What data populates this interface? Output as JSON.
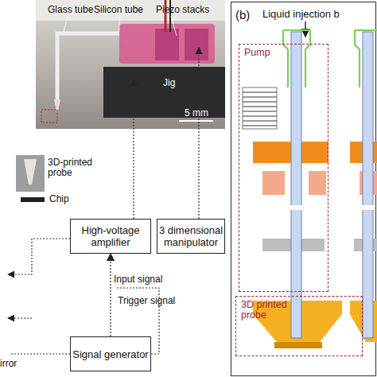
{
  "diagram": {
    "nodes": [
      {
        "text": [
          "High-voltage amplifier"
        ]
      },
      {
        "text": [
          "3 dimensional manipulator"
        ]
      },
      {
        "text": [
          "Signal generator"
        ]
      },
      {
        "text": [
          "Pump"
        ]
      },
      {
        "text": [
          "3D printed probe"
        ]
      }
    ],
    "edges": [
      {
        "from": 2,
        "to": 0,
        "arrow": "to",
        "label": "Input signal"
      }
    ],
    "labels": [
      "Glass tube",
      "Silicon tube",
      "Piezo stacks",
      "Jig",
      "5 mm",
      "3D-printed probe",
      "Chip",
      "Trigger signal",
      "irror",
      "(b)",
      "Liquid injection b"
    ]
  }
}
